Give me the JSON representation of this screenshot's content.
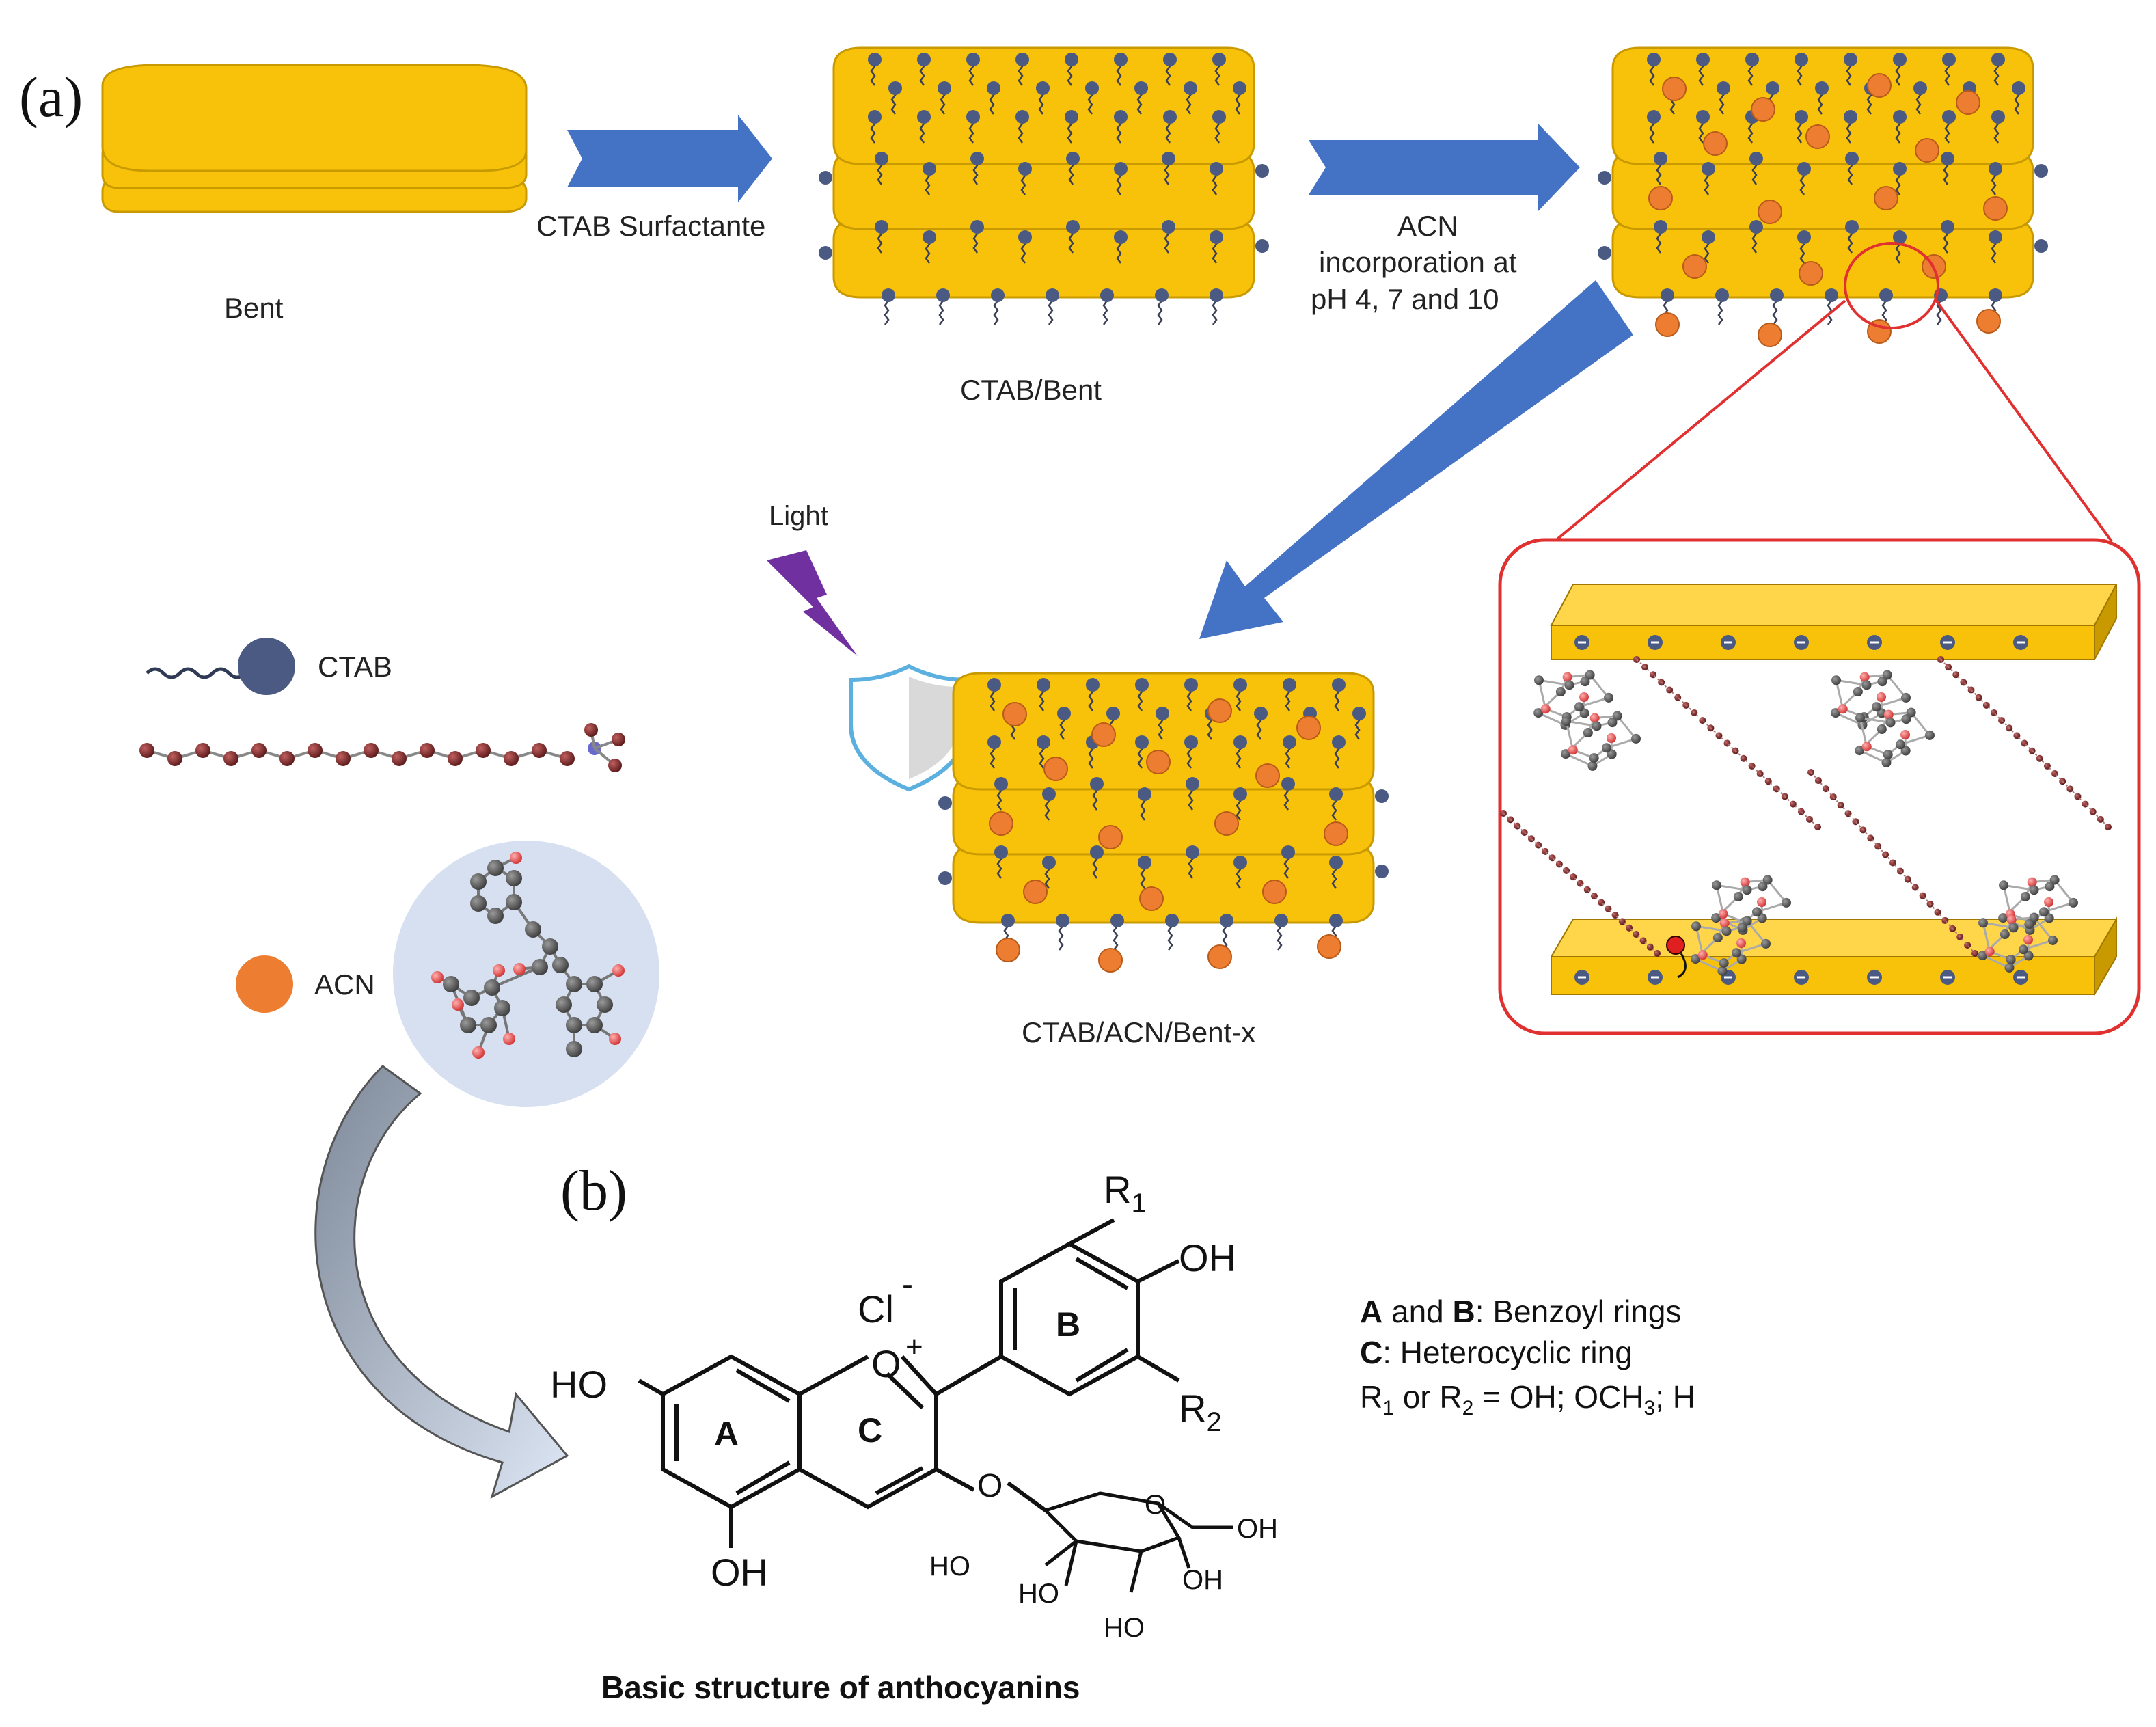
{
  "panel_a": {
    "label": "(a)",
    "bent_label": "Bent",
    "ctab_surfactant_label": "CTAB Surfactante",
    "ctab_bent_label": "CTAB/Bent",
    "acn_incorporation_line1": "ACN",
    "acn_incorporation_line2": "incorporation  at",
    "acn_incorporation_line3": "pH 4, 7 and  10",
    "light_label": "Light",
    "final_label": "CTAB/ACN/Bent-x",
    "legend_ctab": "CTAB",
    "legend_acn": "ACN"
  },
  "panel_b": {
    "label": "(b)",
    "caption": "Basic structure of anthocyanins",
    "ring_a": "A",
    "ring_b": "B",
    "ring_c": "C",
    "counter_ion": "Cl",
    "counter_ion_charge": "-",
    "oxonium": "O",
    "oxonium_charge": "+",
    "r1": "R",
    "r1_sub": "1",
    "r2": "R",
    "r2_sub": "2",
    "oh_b": "OH",
    "ho_a": "HO",
    "oh_a_bottom": "OH",
    "glyco_o": "O",
    "sugar_ring_o": "O",
    "sugar_oh_ch2": "OH",
    "sugar_ho_left": "HO",
    "sugar_oh_right": "OH",
    "sugar_ho_bottom": "HO",
    "sugar_ho_bottom2": "HO",
    "legend_line1_bold_a": "A",
    "legend_line1_and": " and ",
    "legend_line1_bold_b": "B",
    "legend_line1_rest": ": Benzoyl rings",
    "legend_line2_bold": "C",
    "legend_line2_rest": ": Heterocyclic ring",
    "legend_line3_r1": "R",
    "legend_line3_r1_sub": "1",
    "legend_line3_or": " or ",
    "legend_line3_r2": "R",
    "legend_line3_r2_sub": "2",
    "legend_line3_eq": " = OH; OCH",
    "legend_line3_sub3": "3",
    "legend_line3_end": "; H"
  },
  "colors": {
    "clay_yellow": "#F9C20A",
    "clay_edge": "#C89A00",
    "process_arrow": "#4472C4",
    "ctab_head": "#4A5A82",
    "acn_orange": "#ED7D31",
    "zoom_red": "#E03030",
    "lightning": "#7030A0",
    "shield_blue": "#5BB0E0",
    "curved_arrow": "#9DAFC8"
  }
}
